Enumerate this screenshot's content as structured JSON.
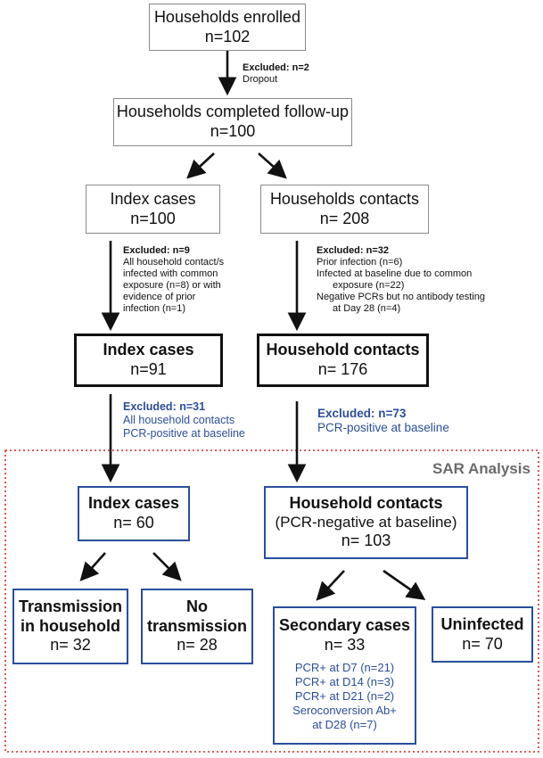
{
  "boxes": {
    "enrolled": {
      "title": "Households enrolled",
      "count": "n=102"
    },
    "completed": {
      "title": "Households completed follow-up",
      "count": "n=100"
    },
    "index1": {
      "title": "Index cases",
      "count": "n=100"
    },
    "contacts1": {
      "title": "Households contacts",
      "count": "n= 208"
    },
    "index2": {
      "title": "Index cases",
      "count": "n=91"
    },
    "contacts2": {
      "title": "Household contacts",
      "count": "n= 176"
    },
    "index3": {
      "title": "Index cases",
      "count": "n= 60"
    },
    "contacts3": {
      "title": "Household contacts",
      "subtitle": "(PCR-negative at baseline)",
      "count": "n= 103"
    },
    "transmission": {
      "line1": "Transmission",
      "line2": "in household",
      "count": "n= 32"
    },
    "no_transmission": {
      "line1": "No",
      "line2": "transmission",
      "count": "n= 28"
    },
    "secondary": {
      "title": "Secondary cases",
      "count": "n= 33",
      "details": [
        "PCR+ at D7 (n=21)",
        "PCR+ at D14 (n=3)",
        "PCR+ at D21 (n=2)",
        "Seroconversion Ab+",
        "at D28 (n=7)"
      ]
    },
    "uninfected": {
      "title": "Uninfected",
      "count": "n= 70"
    }
  },
  "exclusions": {
    "dropout": {
      "heading": "Excluded: n=2",
      "lines": [
        "Dropout"
      ]
    },
    "index_excl": {
      "heading": "Excluded: n=9",
      "lines": [
        "All household contact/s",
        "infected with common",
        "exposure (n=8) or with",
        "evidence of prior",
        "infection (n=1)"
      ]
    },
    "contacts_excl": {
      "heading": "Excluded: n=32",
      "lines": [
        "Prior infection (n=6)",
        "Infected at baseline due to common",
        "exposure (n=22)",
        "Negative PCRs but no antibody testing",
        "at Day 28 (n=4)"
      ]
    },
    "index_pcr": {
      "heading": "Excluded: n=31",
      "lines": [
        "All household contacts",
        "PCR-positive at baseline"
      ]
    },
    "contacts_pcr": {
      "heading": "Excluded: n=73",
      "lines": [
        "PCR-positive at baseline"
      ]
    }
  },
  "sar_label": "SAR Analysis",
  "colors": {
    "blue": "#2b4e9b",
    "red_dashed": "#d62828",
    "label_gray": "#6b6b6b"
  }
}
